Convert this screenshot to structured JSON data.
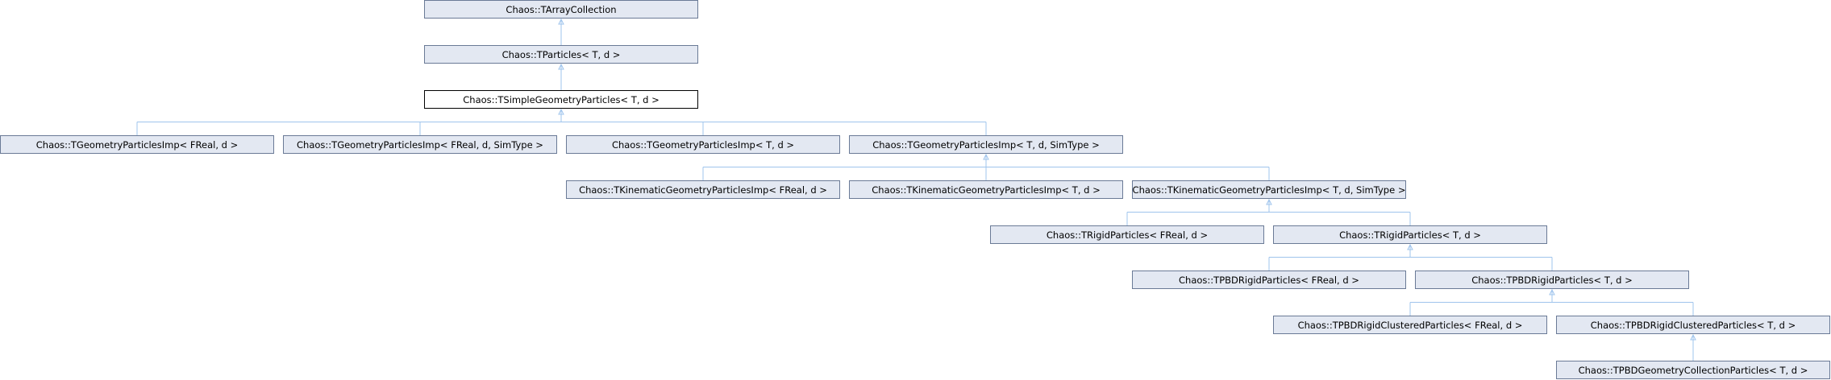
{
  "diagram": {
    "nodes": {
      "n0": "Chaos::TArrayCollection",
      "n1": "Chaos::TParticles< T, d >",
      "n2": "Chaos::TSimpleGeometryParticles< T, d >",
      "n3": "Chaos::TGeometryParticlesImp< FReal, d >",
      "n4": "Chaos::TGeometryParticlesImp< FReal, d, SimType >",
      "n5": "Chaos::TGeometryParticlesImp< T, d >",
      "n6": "Chaos::TGeometryParticlesImp< T, d, SimType >",
      "n7": "Chaos::TKinematicGeometryParticlesImp< FReal, d >",
      "n8": "Chaos::TKinematicGeometryParticlesImp< T, d >",
      "n9": "Chaos::TKinematicGeometryParticlesImp< T, d, SimType >",
      "n10": "Chaos::TRigidParticles< FReal, d >",
      "n11": "Chaos::TRigidParticles< T, d >",
      "n12": "Chaos::TPBDRigidParticles< FReal, d >",
      "n13": "Chaos::TPBDRigidParticles< T, d >",
      "n14": "Chaos::TPBDRigidClusteredParticles< FReal, d >",
      "n15": "Chaos::TPBDRigidClusteredParticles< T, d >",
      "n16": "Chaos::TPBDGeometryCollectionParticles< T, d >"
    },
    "current_node": "n2",
    "edges": [
      [
        "n0",
        "n1"
      ],
      [
        "n1",
        "n2"
      ],
      [
        "n2",
        "n3"
      ],
      [
        "n2",
        "n4"
      ],
      [
        "n2",
        "n5"
      ],
      [
        "n2",
        "n6"
      ],
      [
        "n6",
        "n7"
      ],
      [
        "n6",
        "n8"
      ],
      [
        "n6",
        "n9"
      ],
      [
        "n9",
        "n10"
      ],
      [
        "n9",
        "n11"
      ],
      [
        "n11",
        "n12"
      ],
      [
        "n11",
        "n13"
      ],
      [
        "n13",
        "n14"
      ],
      [
        "n13",
        "n15"
      ],
      [
        "n15",
        "n16"
      ]
    ],
    "colors": {
      "edge": "#9fc4ec",
      "node_fill": "#e3e8f2",
      "node_border": "#6a7a96",
      "current_fill": "#ffffff",
      "current_border": "#000000"
    }
  }
}
